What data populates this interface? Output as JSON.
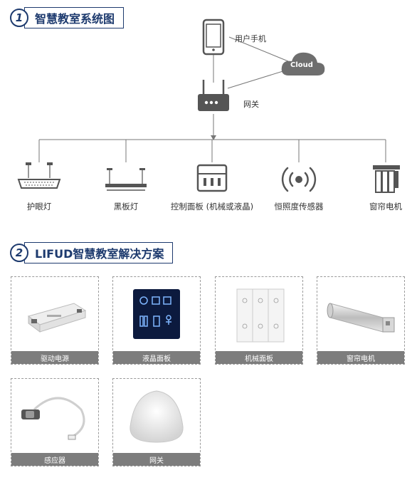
{
  "section1": {
    "number": "1",
    "title": "智慧教室系统图"
  },
  "section2": {
    "number": "2",
    "title": "LIFUD智慧教室解决方案"
  },
  "diagram": {
    "phone_label": "用户手机",
    "cloud_label": "Cloud",
    "gateway_label": "网关",
    "nodes": [
      {
        "label": "护眼灯",
        "icon": "panel-light-icon"
      },
      {
        "label": "黑板灯",
        "icon": "blackboard-light-icon"
      },
      {
        "label": "控制面板 (机械或液晶)",
        "icon": "control-panel-icon"
      },
      {
        "label": "恒照度传感器",
        "icon": "sensor-icon"
      },
      {
        "label": "窗帘电机",
        "icon": "curtain-motor-icon"
      }
    ]
  },
  "products": [
    {
      "label": "驱动电源"
    },
    {
      "label": "液晶面板"
    },
    {
      "label": "机械面板"
    },
    {
      "label": "窗帘电机"
    },
    {
      "label": "感应器"
    },
    {
      "label": "网关"
    }
  ],
  "colors": {
    "accent": "#1d3a6e",
    "line": "#666666",
    "icon": "#555555",
    "caption_bg": "#7d7d7d"
  }
}
